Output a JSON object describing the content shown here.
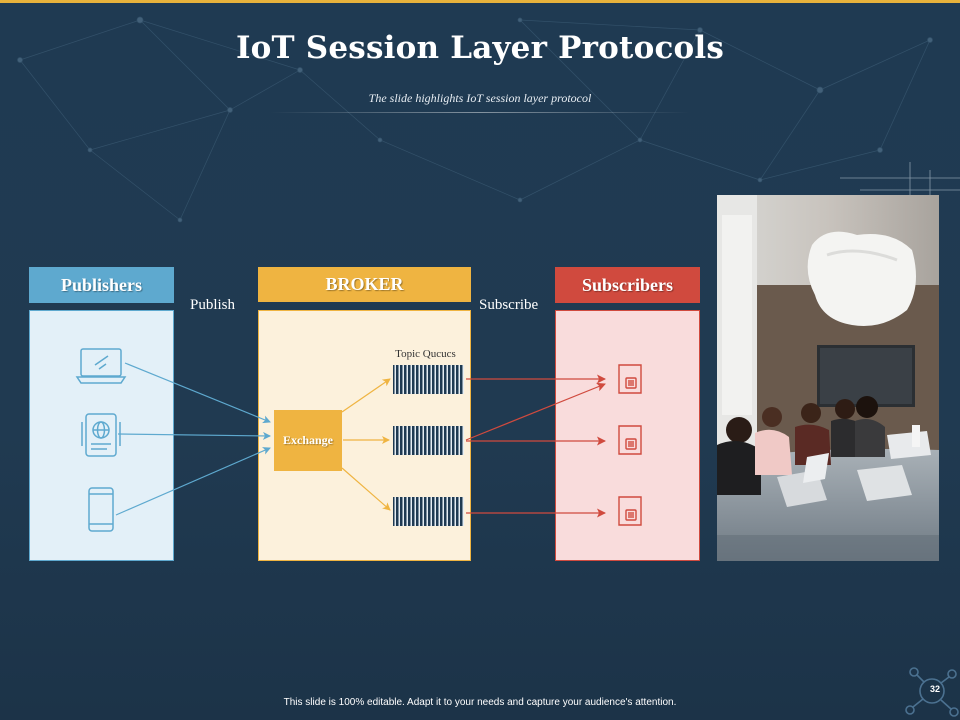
{
  "slide": {
    "title": "IoT Session Layer Protocols",
    "subtitle": "The slide highlights IoT session layer protocol",
    "footer": "This slide is 100% editable.  Adapt it to your needs and capture your audience's attention.",
    "page_number": "32"
  },
  "diagram": {
    "publishers": {
      "label": "Publishers",
      "color": "#5ea9cf",
      "fill": "#e3f0f8",
      "icons": [
        "laptop-icon",
        "tablet-icon",
        "smartphone-icon"
      ]
    },
    "broker": {
      "label": "BROKER",
      "color": "#efb441",
      "fill": "#fcf1dc",
      "exchange_label": "Exchange",
      "topic_label": "Topic Qucucs"
    },
    "subscribers": {
      "label": "Subscribers",
      "color": "#d04a3e",
      "fill": "#f9dcdc",
      "icons": [
        "sim-card-icon",
        "sim-card-icon",
        "sim-card-icon"
      ]
    },
    "publish_label": "Publish",
    "subscribe_label": "Subscribe"
  },
  "colors": {
    "background": "#1f3a52",
    "accent_top": "#e7b23c"
  }
}
